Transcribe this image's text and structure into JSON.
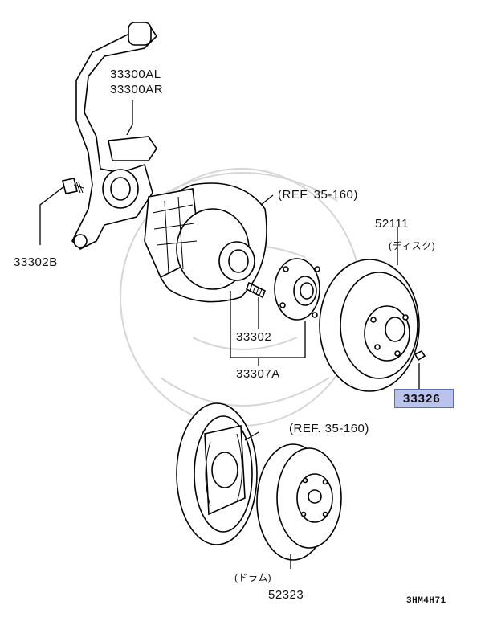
{
  "labels": {
    "knuckle_l": "33300AL",
    "knuckle_r": "33300AR",
    "bolt": "33302B",
    "stud": "33302",
    "hub_assy": "33307A",
    "disc": "52111",
    "disc_jp": "(ディスク)",
    "ref_upper": "(REF. 35-160)",
    "ref_lower": "(REF. 35-160)",
    "nut_highlight": "33326",
    "drum_jp": "(ドラム)",
    "drum": "52323",
    "diagram_code": "3HM4H71"
  },
  "colors": {
    "highlight_fill": "#b9c3ec",
    "highlight_border": "#5a6ab8",
    "line": "#000000"
  }
}
